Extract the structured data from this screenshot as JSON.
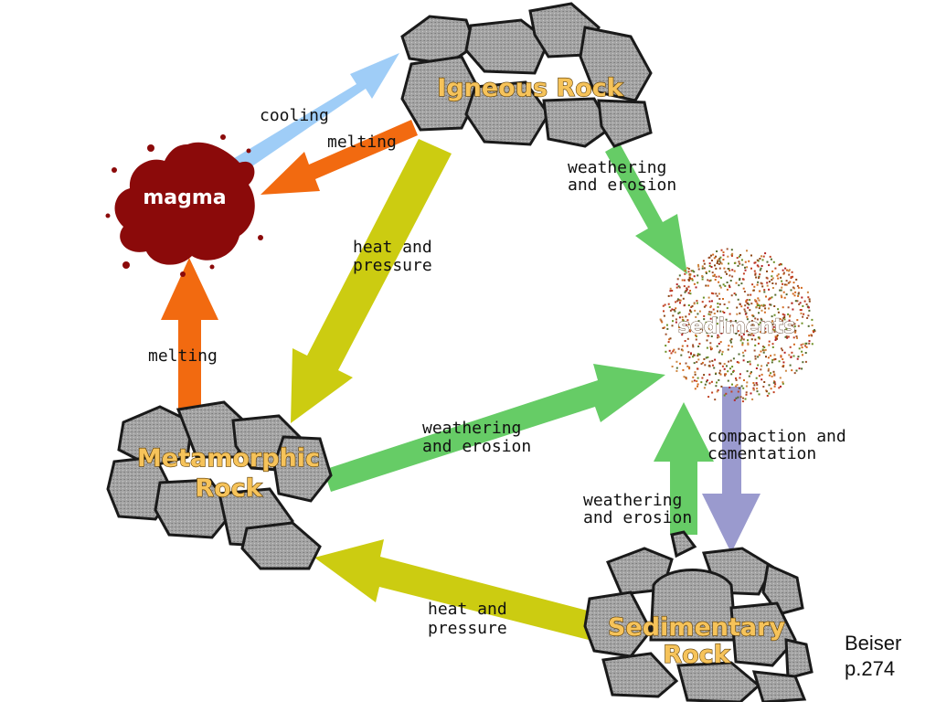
{
  "nodes": {
    "igneous": "Igneous Rock",
    "magma": "magma",
    "sediments": "sediments",
    "metamorphic_line1": "Metamorphic",
    "metamorphic_line2": "Rock",
    "sedimentary_line1": "Sedimentary",
    "sedimentary_line2": "Rock"
  },
  "arrows": {
    "cooling": "cooling",
    "melting_igneous": "melting",
    "melting_metamorphic": "melting",
    "heat_pressure_igneous": [
      "heat and",
      "pressure"
    ],
    "weathering_igneous": [
      "weathering",
      "and erosion"
    ],
    "weathering_metamorphic": [
      "weathering",
      "and erosion"
    ],
    "weathering_sedimentary": [
      "weathering",
      "and erosion"
    ],
    "compaction": [
      "compaction and",
      "cementation"
    ],
    "heat_pressure_sedimentary": [
      "heat and",
      "pressure"
    ]
  },
  "colors": {
    "cooling": "#9fcdf7",
    "melting": "#f26a10",
    "heat_pressure": "#cccc11",
    "weathering": "#66cc66",
    "compaction": "#9a9ace",
    "magma": "#8b0a0a",
    "rock": "#a8a8a8",
    "rock_title": "#f6c35a"
  },
  "credit": {
    "line1": "Beiser",
    "line2": "p.274"
  }
}
